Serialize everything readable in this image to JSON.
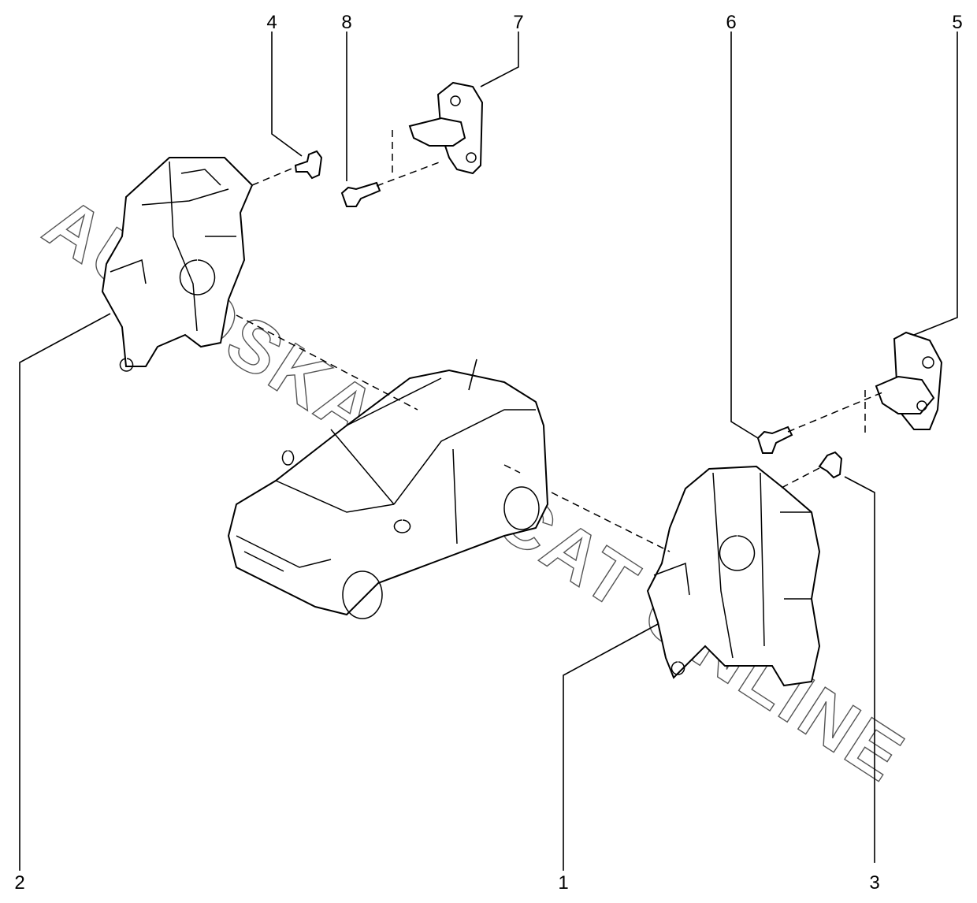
{
  "diagram": {
    "watermark": "AUTOSKAZKACAT ONLINE",
    "callouts": [
      {
        "id": "1",
        "label": "1"
      },
      {
        "id": "2",
        "label": "2"
      },
      {
        "id": "3",
        "label": "3"
      },
      {
        "id": "4",
        "label": "4"
      },
      {
        "id": "5",
        "label": "5"
      },
      {
        "id": "6",
        "label": "6"
      },
      {
        "id": "7",
        "label": "7"
      },
      {
        "id": "8",
        "label": "8"
      }
    ]
  }
}
